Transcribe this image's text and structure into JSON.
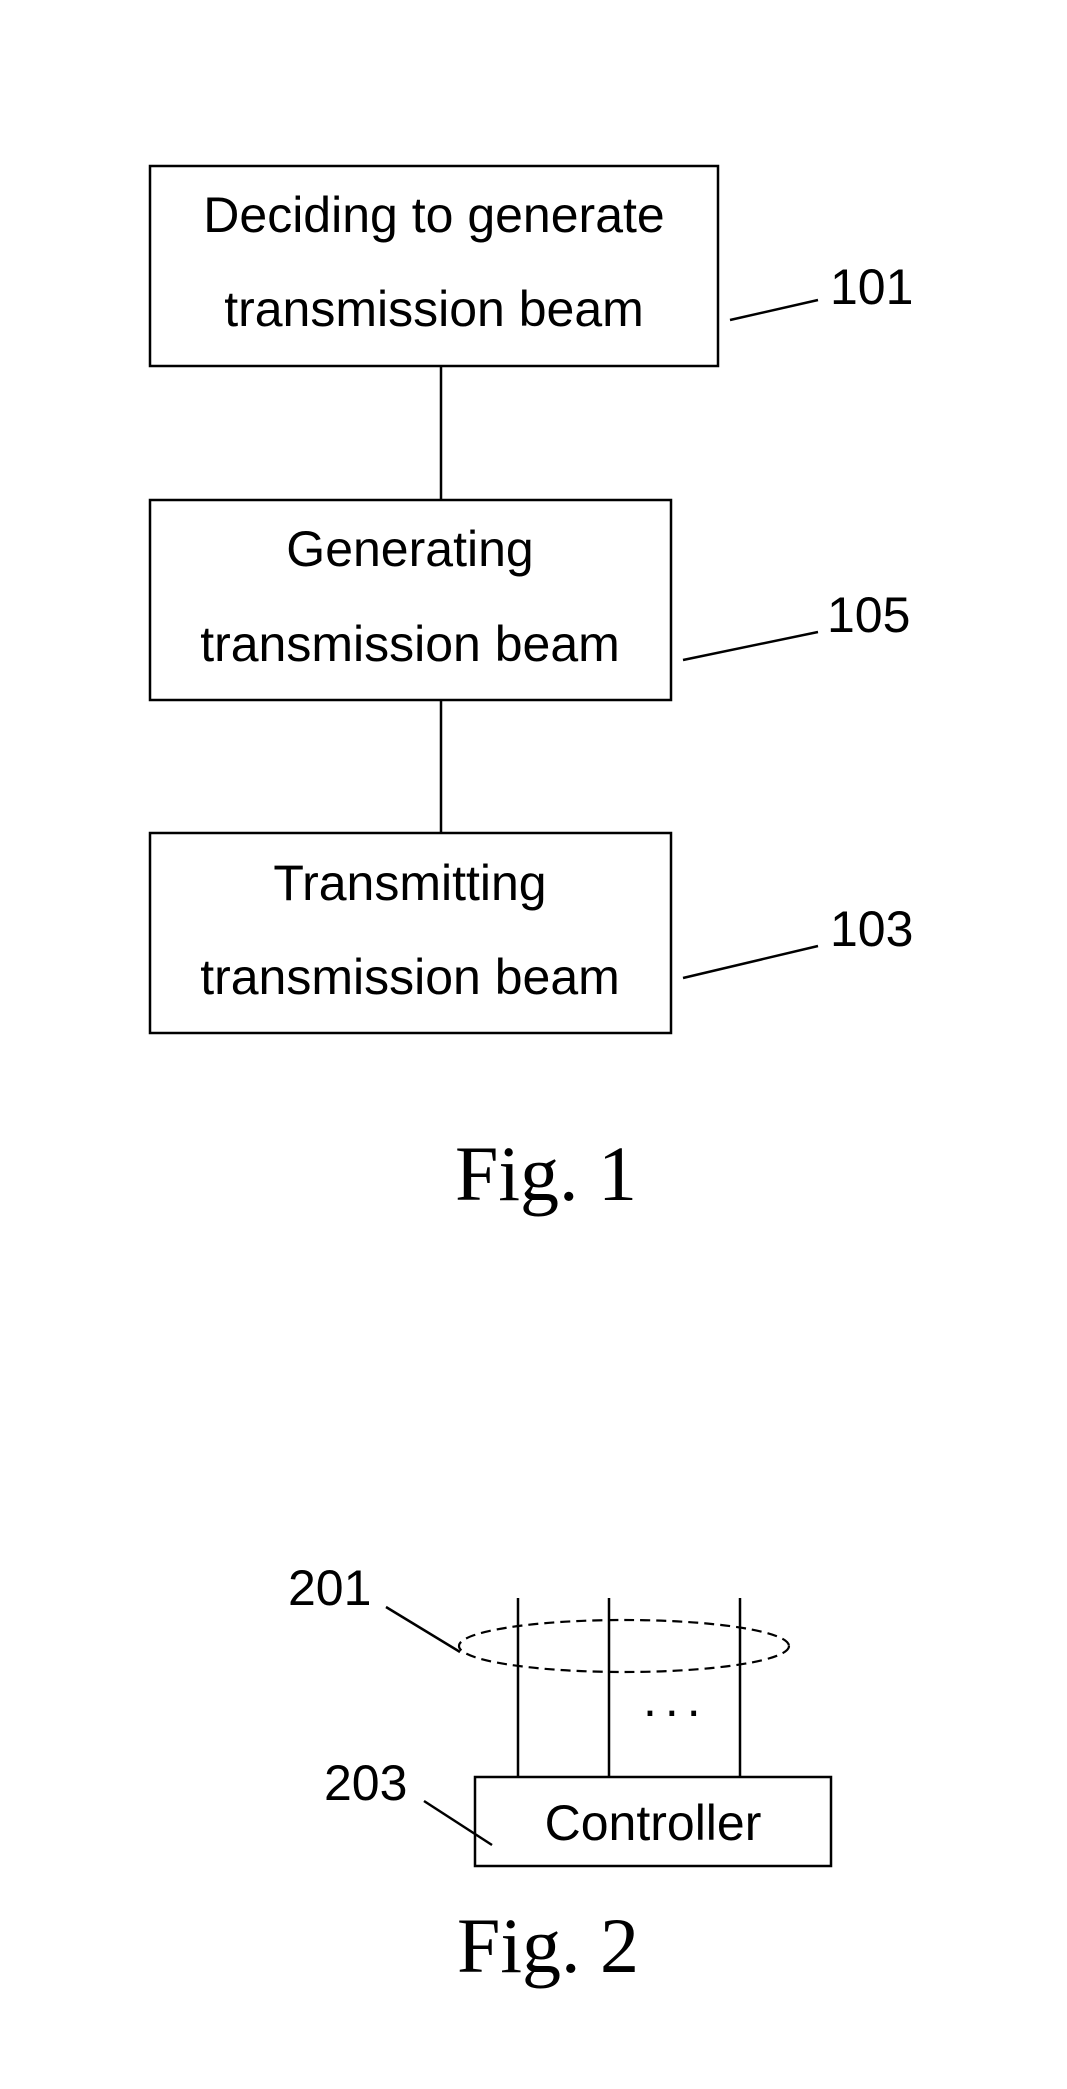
{
  "fig1": {
    "box_101": {
      "line1": "Deciding to generate",
      "line2": "transmission beam",
      "ref": "101"
    },
    "box_105": {
      "line1": "Generating",
      "line2": "transmission beam",
      "ref": "105"
    },
    "box_103": {
      "line1": "Transmitting",
      "line2": "transmission beam",
      "ref": "103"
    },
    "caption": "Fig. 1"
  },
  "fig2": {
    "antenna_ref": "201",
    "controller_ref": "203",
    "controller_label": "Controller",
    "ellipsis": "...",
    "caption": "Fig. 2"
  }
}
